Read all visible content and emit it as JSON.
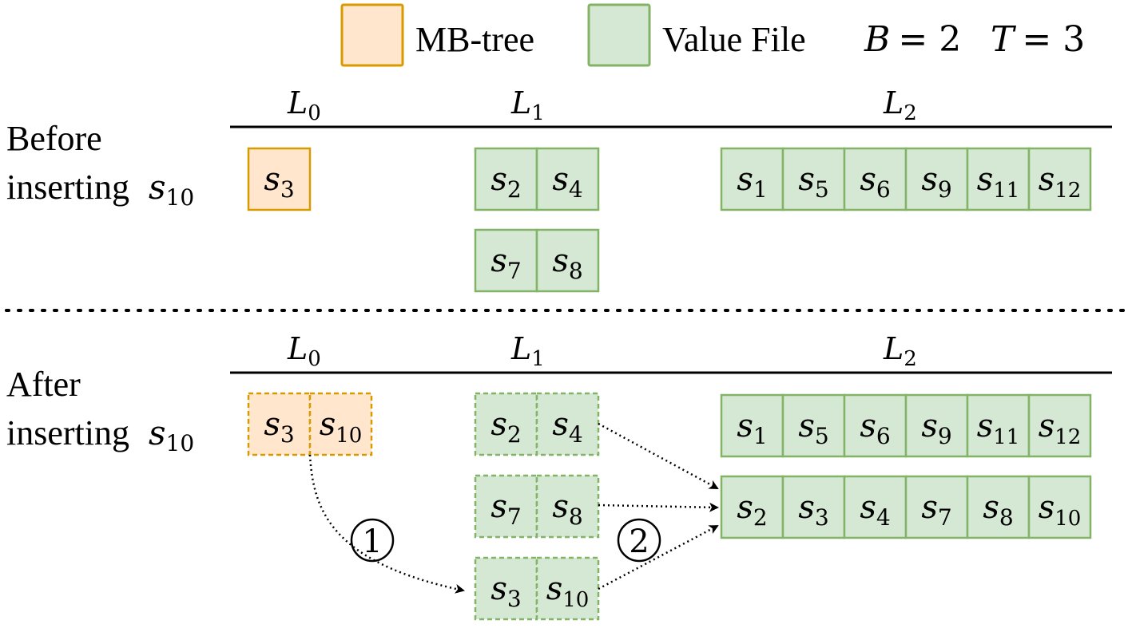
{
  "colors": {
    "mbtree_fill": "#ffe6cc",
    "mbtree_stroke": "#d79b00",
    "value_fill": "#d5e8d4",
    "value_stroke": "#82b366",
    "line": "#000000"
  },
  "legend": {
    "mbtree_label": "MB-tree",
    "value_label": "Value File",
    "params": [
      {
        "var": "B",
        "eq": "= 2"
      },
      {
        "var": "T",
        "eq": "= 3"
      }
    ]
  },
  "levels": [
    {
      "var": "L",
      "sub": "0"
    },
    {
      "var": "L",
      "sub": "1"
    },
    {
      "var": "L",
      "sub": "2"
    }
  ],
  "before": {
    "label_line1": "Before",
    "label_line2": "inserting",
    "label_var": "s",
    "label_sub": "10",
    "l0": [
      [
        "3"
      ]
    ],
    "l1": [
      [
        "2",
        "4"
      ],
      [
        "7",
        "8"
      ]
    ],
    "l2": [
      [
        "1",
        "5",
        "6",
        "9",
        "11",
        "12"
      ]
    ]
  },
  "after": {
    "label_line1": "After",
    "label_line2": "inserting",
    "label_var": "s",
    "label_sub": "10",
    "l0": [
      [
        "3",
        "10"
      ]
    ],
    "l1": [
      [
        "2",
        "4"
      ],
      [
        "7",
        "8"
      ],
      [
        "3",
        "10"
      ]
    ],
    "l2": [
      [
        "1",
        "5",
        "6",
        "9",
        "11",
        "12"
      ],
      [
        "2",
        "3",
        "4",
        "7",
        "8",
        "10"
      ]
    ]
  },
  "steps": [
    {
      "label": "1"
    },
    {
      "label": "2"
    }
  ],
  "entry_var": "s"
}
